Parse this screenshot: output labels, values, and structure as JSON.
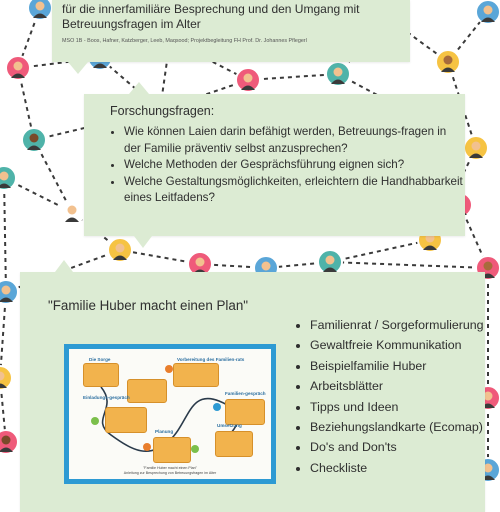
{
  "colors": {
    "card": "#dcebd3",
    "network_line": "#3a3a3a",
    "infographic_border": "#2d9ad3",
    "infographic_box": "#f2b34d"
  },
  "header_card": {
    "title": "für die innerfamiliäre Besprechung und den Umgang mit Betreuungsfragen im Alter",
    "credits": "MSO 1B - Boos, Hafner, Katzberger, Leeb, Maqsood; Projektbegleitung FH Prof. Dr. Johannes Pflegerl"
  },
  "research": {
    "heading": "Forschungsfragen:",
    "questions": [
      "Wie können Laien darin befähigt werden, Betreuungs-fragen in der Familie präventiv selbst anzusprechen?",
      "Welche Methoden der Gesprächsführung eignen sich?",
      "Welche Gestaltungsmöglichkeiten, erleichtern die Handhabbarkeit eines Leitfadens?"
    ]
  },
  "plan": {
    "title": "\"Familie Huber macht einen Plan\"",
    "items": [
      "Familienrat / Sorgeformulierung",
      "Gewaltfreie Kommunikation",
      "Beispielfamilie Huber",
      "Arbeitsblätter",
      "Tipps und Ideen",
      "Beziehungslandkarte (Ecomap)",
      "Do's and Don'ts",
      "Checkliste"
    ],
    "infographic": {
      "icon": "family-plan-infographic",
      "labels": [
        "Die Sorge",
        "Einladungs-gespräch",
        "Vorbereitung des Familien-rats",
        "Familien-gespräch",
        "Planung",
        "Umsetzung"
      ],
      "footer": [
        "\"Familie Huber macht einen Plan\"",
        "Anleitung zur Besprechung von Betreuungsfragen im Alter"
      ]
    }
  },
  "background": {
    "icon": "social-network-people-illustration"
  }
}
